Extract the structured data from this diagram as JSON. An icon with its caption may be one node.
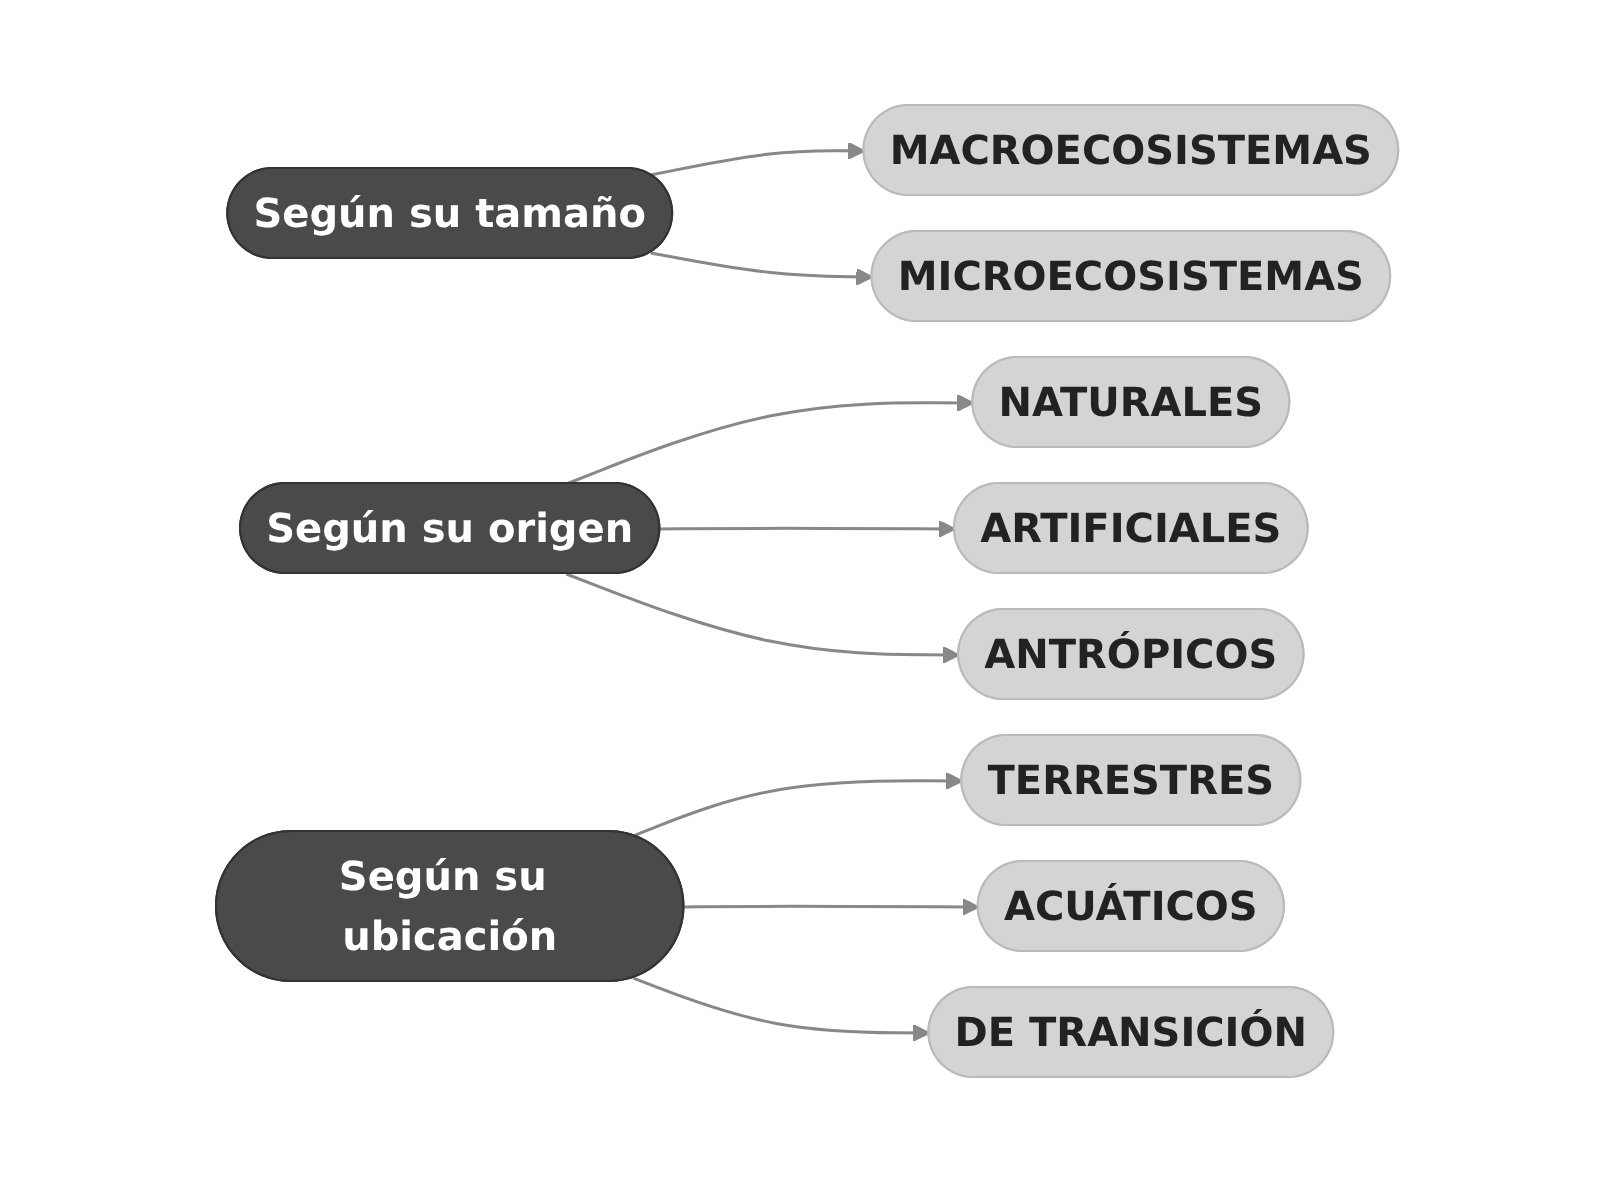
{
  "diagram": {
    "nodes": [
      {
        "text": [
          "Según su tamaño"
        ]
      },
      {
        "text": [
          "MACROECOSISTEMAS"
        ]
      },
      {
        "text": [
          "MICROECOSISTEMAS"
        ]
      },
      {
        "text": [
          "Según su origen"
        ]
      },
      {
        "text": [
          "NATURALES"
        ]
      },
      {
        "text": [
          "ARTIFICIALES"
        ]
      },
      {
        "text": [
          "ANTRÓPICOS"
        ]
      },
      {
        "text": [
          "Según su ubicación"
        ]
      },
      {
        "text": [
          "TERRESTRES"
        ]
      },
      {
        "text": [
          "ACUÁTICOS"
        ]
      },
      {
        "text": [
          "DE TRANSICIÓN"
        ]
      }
    ],
    "edges": [
      {
        "from": 0,
        "to": 1,
        "arrow": "to"
      },
      {
        "from": 0,
        "to": 2,
        "arrow": "to"
      },
      {
        "from": 3,
        "to": 4,
        "arrow": "to"
      },
      {
        "from": 3,
        "to": 5,
        "arrow": "to"
      },
      {
        "from": 3,
        "to": 6,
        "arrow": "to"
      },
      {
        "from": 7,
        "to": 8,
        "arrow": "to"
      },
      {
        "from": 7,
        "to": 9,
        "arrow": "to"
      },
      {
        "from": 7,
        "to": 10,
        "arrow": "to"
      }
    ]
  }
}
